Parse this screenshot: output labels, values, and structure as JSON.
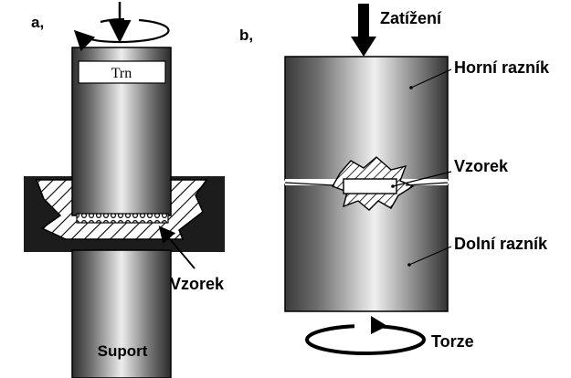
{
  "panels": {
    "a": {
      "label": "a,",
      "trn_label": "Trn",
      "sample_label": "Vzorek",
      "support_label": "Suport"
    },
    "b": {
      "label": "b,",
      "load_label": "Zatížení",
      "upper_anvil_label": "Horní razník",
      "sample_label": "Vzorek",
      "lower_anvil_label": "Dolní razník",
      "torsion_label": "Torze"
    }
  },
  "colors": {
    "ink": "#000000",
    "cylinder_dark": "#3a3a3a",
    "cylinder_light": "#e8e8e8",
    "background": "#ffffff"
  }
}
